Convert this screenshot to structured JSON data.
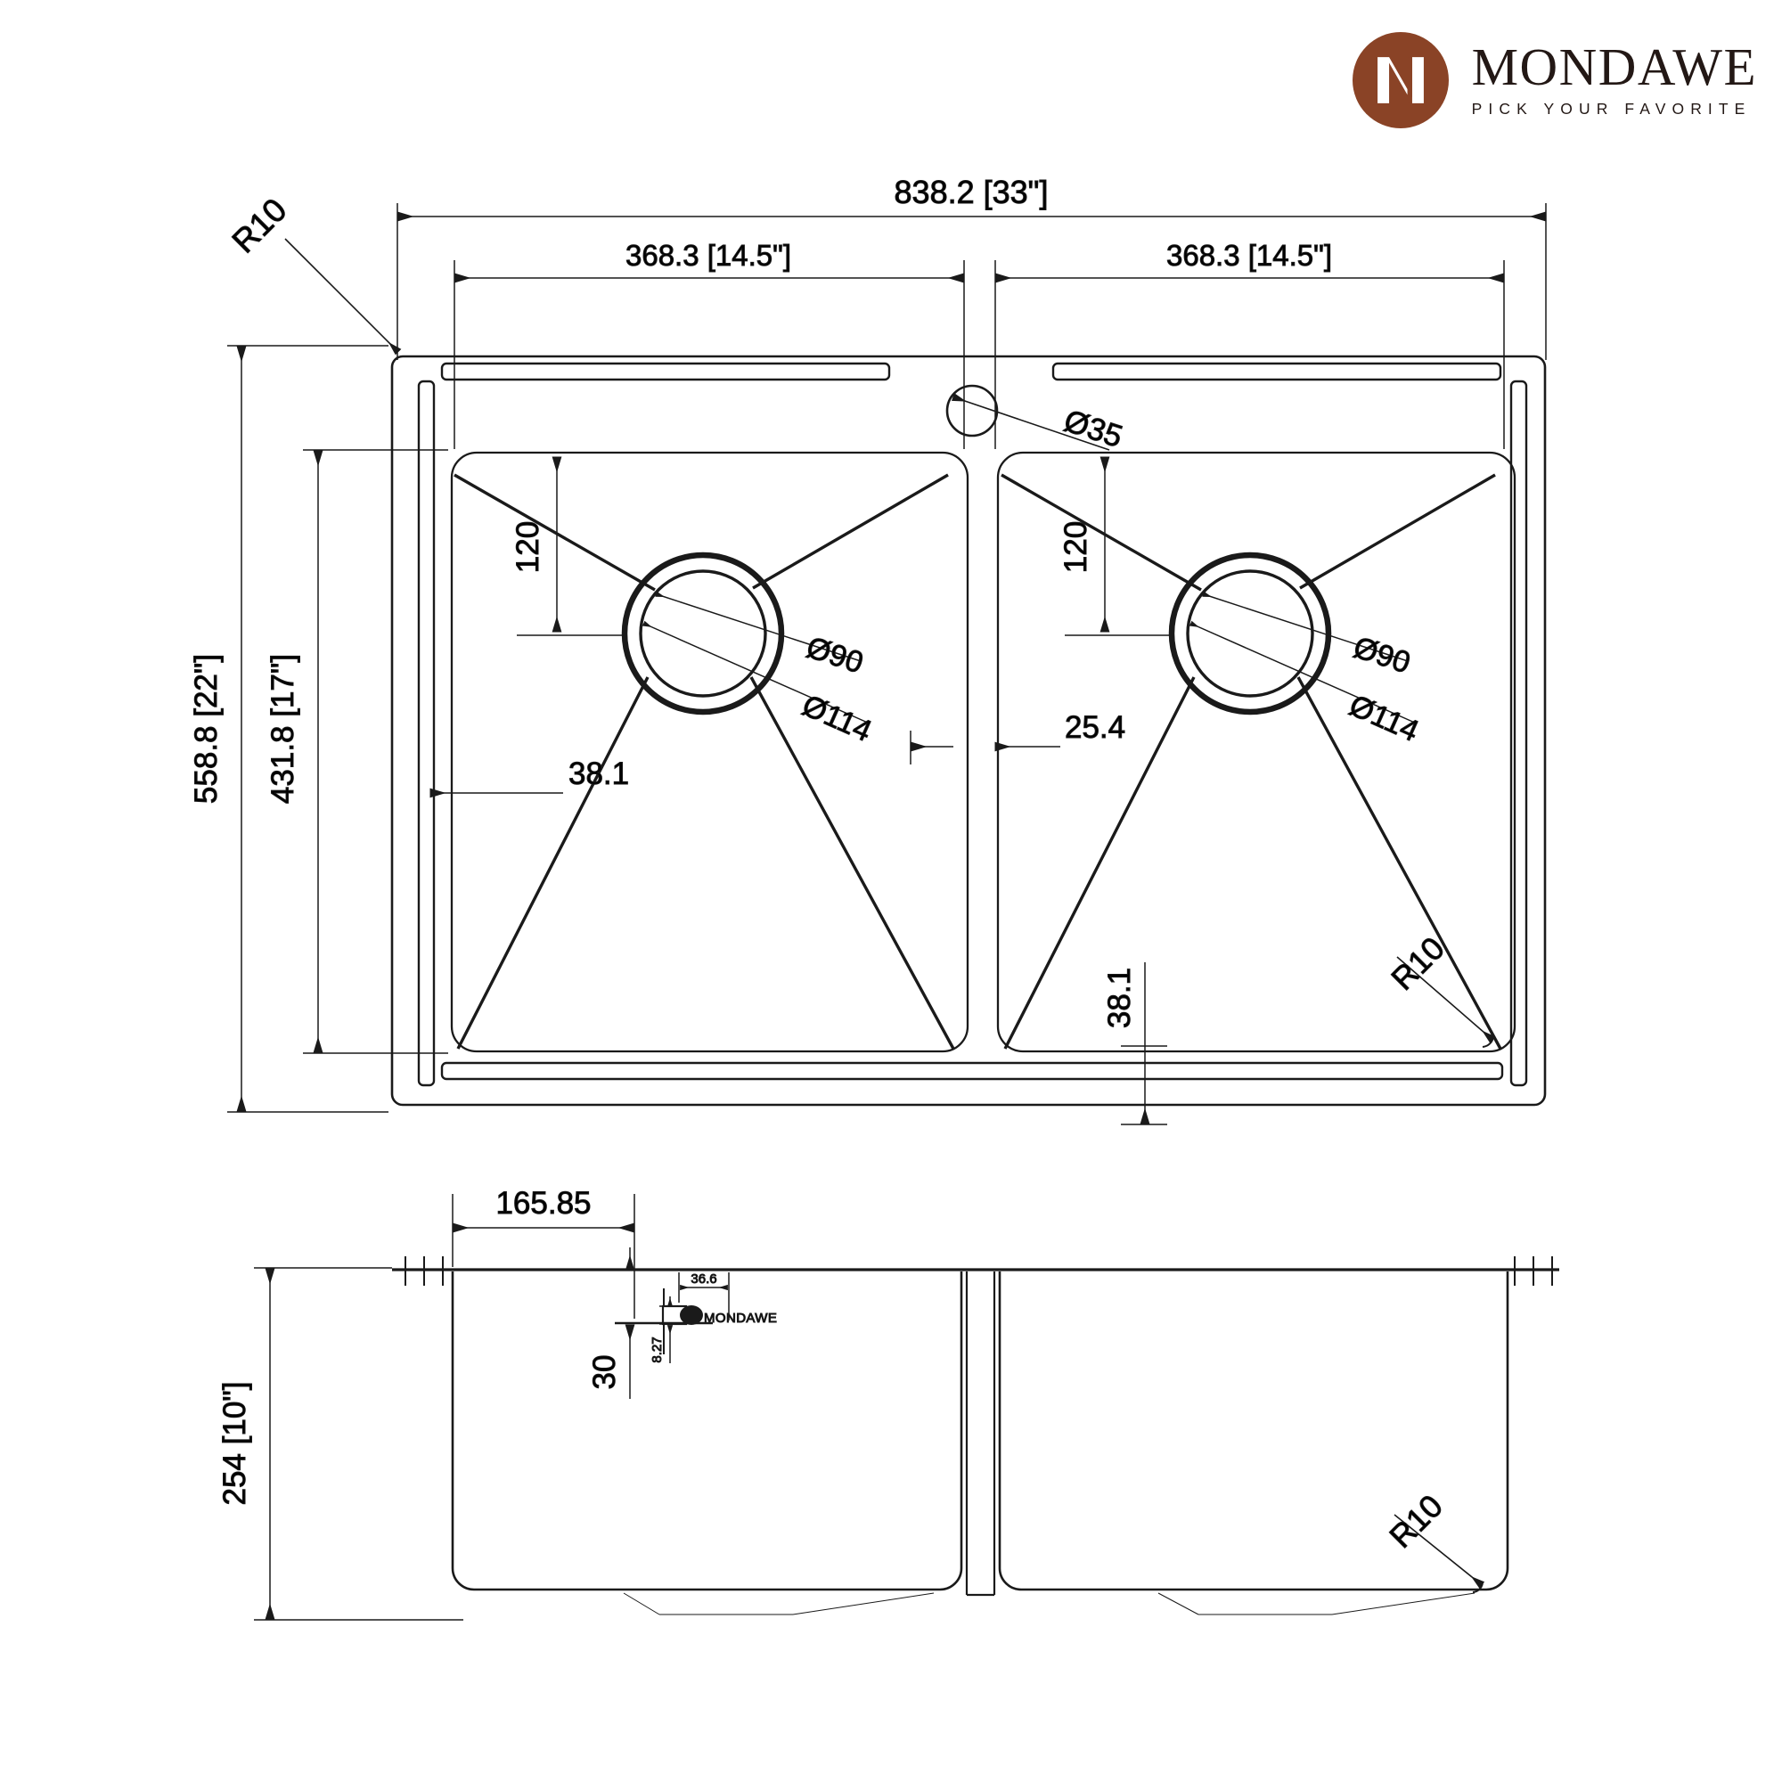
{
  "brand": {
    "name": "MONDAWE",
    "tagline": "PICK YOUR FAVORITE",
    "mark_color": "#8A4326",
    "text_color": "#231815"
  },
  "drawing": {
    "title": "Double bowl kitchen sink technical drawing",
    "line_color": "#1a1a1a",
    "units_note": "mm [inch]",
    "top_view": {
      "overall_width": "838.2 [33\"]",
      "bowl_width_left": "368.3 [14.5\"]",
      "bowl_width_right": "368.3 [14.5\"]",
      "overall_depth": "558.8 [22\"]",
      "bowl_depth": "431.8 [17\"]",
      "corner_radius_top_left": "R10",
      "corner_radius_bowl": "R10",
      "faucet_hole": "Ø35",
      "drain_outer_left": "Ø114",
      "drain_inner_left": "Ø90",
      "drain_outer_right": "Ø114",
      "drain_inner_right": "Ø90",
      "drain_offset_top_left": "120",
      "drain_offset_top_right": "120",
      "rim_left_offset": "38.1",
      "rim_bottom_offset": "38.1",
      "divider_offset": "25.4"
    },
    "front_view": {
      "bowl_height": "254 [10\"]",
      "logo_x_offset": "165.85",
      "logo_y_offset": "30",
      "logo_width": "36.6",
      "logo_height": "8.27",
      "corner_radius": "R10",
      "engraved_brand": "MONDAWE"
    }
  }
}
